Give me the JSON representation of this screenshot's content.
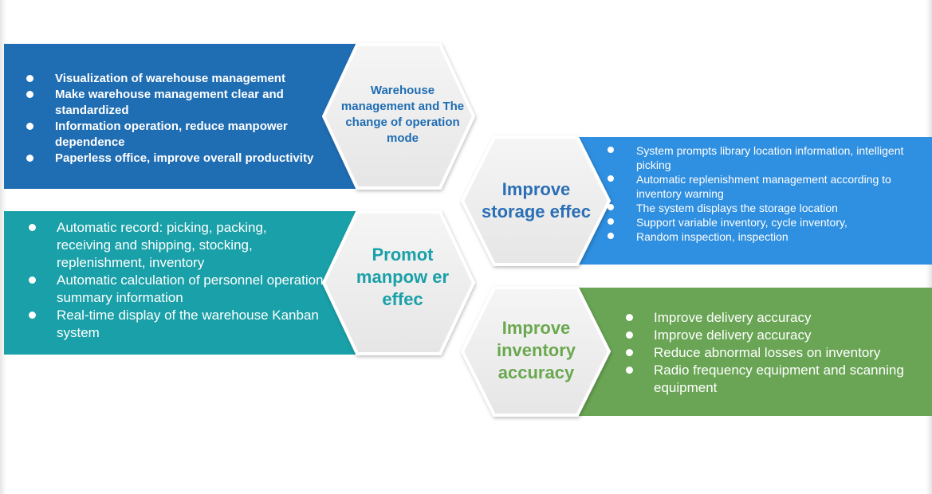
{
  "panels": {
    "warehouse": {
      "hex_title": "Warehouse management and The change of operation mode",
      "items": [
        "Visualization of warehouse management",
        "Make warehouse management clear and standardized",
        "Information operation, reduce manpower dependence",
        "Paperless office, improve overall productivity"
      ]
    },
    "storage": {
      "hex_title": "Improve storage effec",
      "items": [
        "System prompts library location information, intelligent picking",
        "Automatic replenishment management according to inventory warning",
        "The system displays the storage location",
        "Support variable inventory, cycle inventory,",
        "Random inspection, inspection"
      ]
    },
    "manpower": {
      "hex_title": "Promot manpow er effec",
      "items": [
        "Automatic record: picking, packing, receiving and shipping, stocking, replenishment, inventory",
        "Automatic calculation of personnel operation summary information",
        "Real-time display of the warehouse Kanban system"
      ]
    },
    "inventory": {
      "hex_title": "Improve inventory accuracy",
      "items": [
        "Improve delivery accuracy",
        "Improve delivery accuracy",
        "Reduce abnormal losses on inventory",
        "Radio frequency equipment and scanning equipment"
      ]
    }
  },
  "colors": {
    "panel_warehouse": "#1f6db3",
    "panel_manpower": "#19a0a8",
    "panel_storage": "#2f8fe0",
    "panel_inventory": "#6aa555",
    "hex_fill": "#efefef"
  }
}
